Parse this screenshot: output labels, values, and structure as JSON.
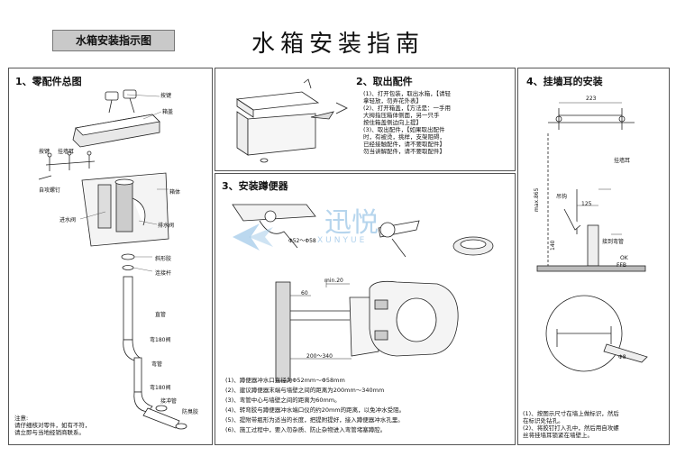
{
  "tag_label": "水箱安装指示图",
  "page_title": "水箱安装指南",
  "panel1": {
    "heading": "1、零配件总图",
    "labels": {
      "button": "按键",
      "lid": "箱盖",
      "bolt_left": "按键",
      "bolt_mid": "挂墙耳",
      "bolt_right": "自攻螺钉",
      "tank": "箱体",
      "inlet_valve": "进水阀",
      "outlet_valve": "排水阀",
      "seal": "斜形胶",
      "nut": "连接杆",
      "pipe": "直管",
      "elbow1": "弯180阀",
      "bend": "弯管",
      "elbow2": "弯180阀",
      "cap": "接冲管",
      "sleeve": "防臭胶"
    },
    "note_title": "注意:",
    "note_lines": [
      "请仔细核对零件，如有不符，",
      "请立即与当地经销商联系。"
    ]
  },
  "panel2": {
    "heading": "2、取出配件",
    "steps": [
      "(1)、打开包装，取出水箱，【请轻",
      "拿轻放，勿弄花外表】",
      "(2)、打开箱盖，【方法是：一手用",
      "大拇指压箱体侧面，另一只手",
      "按住箱盖侧边向上提】",
      "(3)、取出配件，【如果取出配件",
      "时，有被烫，挑样，支架阻碍，",
      "已经接触配件，请不要取配件】",
      "勿当讲解配件，请不要取配件】"
    ]
  },
  "panel3": {
    "heading": "3、安装蹲便器",
    "dim_pipe": "Φ52～Φ58",
    "dim_min": "min.20",
    "dim_60": "60",
    "dim_range": "200～340",
    "notes": [
      "(1)、蹲便器冲水口直径为Φ52mm～Φ58mm",
      "(2)、建议蹲便器末端与墙壁之间的距离为200mm～340mm",
      "(3)、弯管中心与墙壁之间的距离为60mm。",
      "(4)、转弯胶与蹲便器冲水端口仪的约20mm的距离，以免冲水受阻。",
      "(5)、提附带瓶形为适当的长度，把提附提好，接入蹲便器冲水孔里。",
      "(6)、施工过程中，要入勿杂质、防止杂物进入弯管堵塞蹲腔。"
    ]
  },
  "panel4": {
    "heading": "4、挂墙耳的安装",
    "dim_223": "223",
    "dim_125": "125",
    "dim_height": "max.865",
    "dim_140": "140",
    "label_ear": "挂墙耳",
    "label_hook": "吊钩",
    "label_pipe": "接到弯管",
    "label_ok": "OK",
    "label_ffb": "FFB",
    "dim_phi8": "Φ8",
    "notes": [
      "(1)、按图示尺寸在墙上做标识，然后",
      "在标识处钻孔。",
      "(2)、将胶钉打入孔中，然后用自攻螺",
      "丝将挂墙耳锁紧在墙壁上。"
    ]
  },
  "watermark": {
    "cn": "迅悦",
    "en": "XUNYUE"
  }
}
